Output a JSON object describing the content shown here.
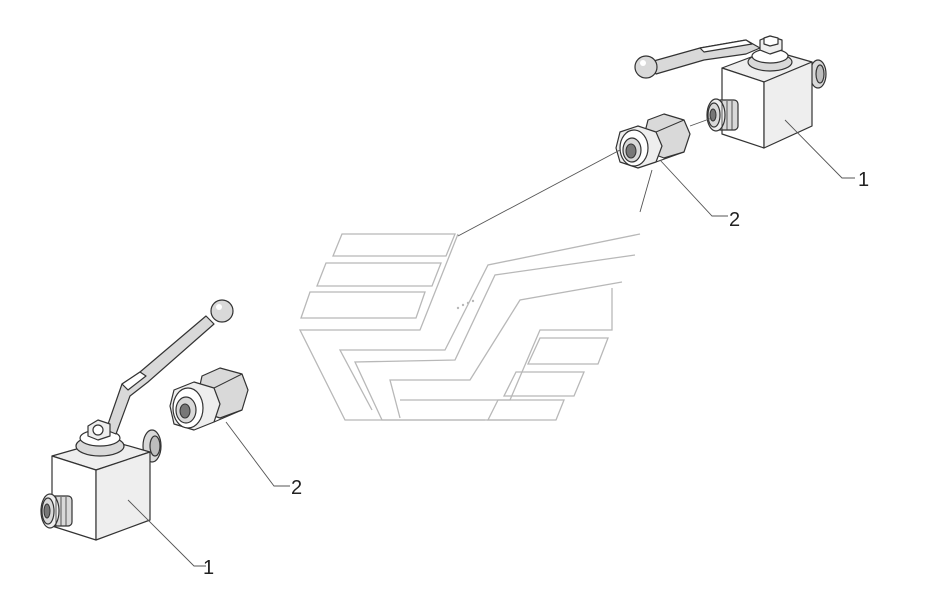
{
  "callouts": {
    "top_valve": "1",
    "top_fitting": "2",
    "bottom_valve": "1",
    "bottom_fitting": "2"
  },
  "colors": {
    "line": "#333333",
    "watermark": "#b8b8b8",
    "shade_light": "#eeeeee",
    "shade_mid": "#d9d9d9",
    "shade_dark": "#bdbdbd"
  }
}
